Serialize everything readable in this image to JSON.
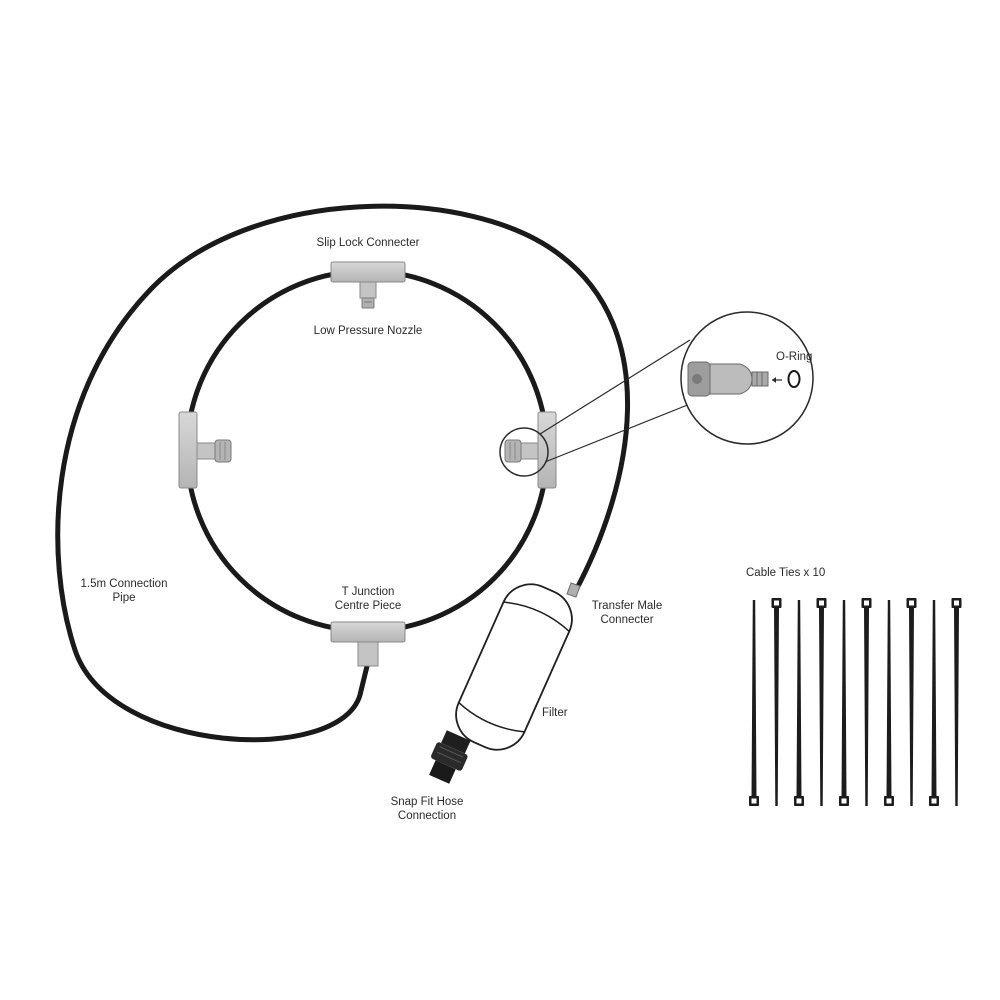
{
  "labels": {
    "slip_lock": "Slip Lock Connecter",
    "nozzle": "Low Pressure Nozzle",
    "o_ring": "O-Ring",
    "pipe_line1": "1.5m Connection",
    "pipe_line2": "Pipe",
    "t_junction_line1": "T Junction",
    "t_junction_line2": "Centre Piece",
    "transfer_line1": "Transfer Male",
    "transfer_line2": "Connecter",
    "filter": "Filter",
    "snap_line1": "Snap Fit Hose",
    "snap_line2": "Connection",
    "cable_ties": "Cable Ties x 10"
  },
  "colors": {
    "pipe": "#1a1a1a",
    "fitting": "#c8c8c8",
    "fitting_stroke": "#7a7a7a",
    "tie": "#1c1c1c",
    "filter_body": "#ffffff"
  },
  "cable_ties": {
    "count": 10
  }
}
